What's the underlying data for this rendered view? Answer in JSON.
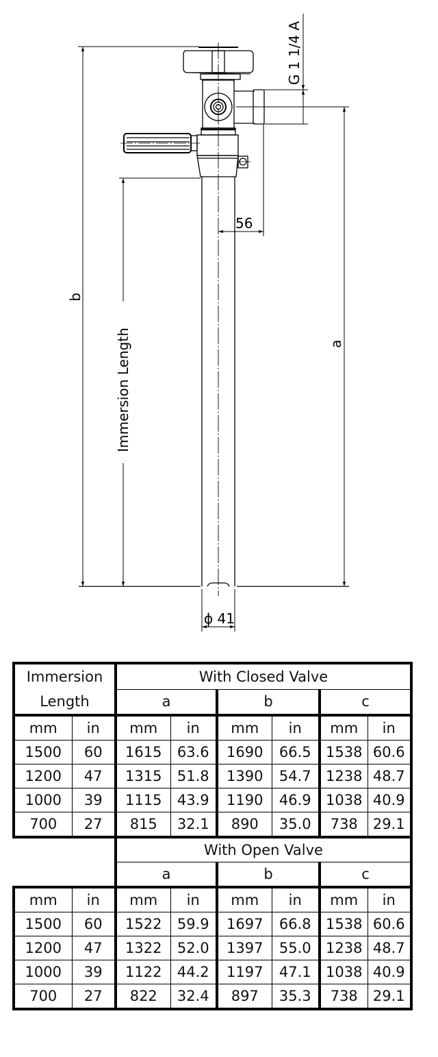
{
  "drawing": {
    "thread_label": "G 1 1/4 A",
    "offset_label": "56",
    "diameter_label": "ϕ 41",
    "dim_b_label": "b",
    "dim_a_label": "a",
    "immersion_label": "Immersion Length"
  },
  "table": {
    "header": {
      "immersion_line1": "Immersion",
      "immersion_line2": "Length",
      "closed_title": "With Closed Valve",
      "open_title": "With Open Valve",
      "groups": [
        "a",
        "b",
        "c"
      ],
      "units": [
        "mm",
        "in",
        "mm",
        "in",
        "mm",
        "in",
        "mm",
        "in"
      ]
    },
    "closed_rows": [
      [
        "1500",
        "60",
        "1615",
        "63.6",
        "1690",
        "66.5",
        "1538",
        "60.6"
      ],
      [
        "1200",
        "47",
        "1315",
        "51.8",
        "1390",
        "54.7",
        "1238",
        "48.7"
      ],
      [
        "1000",
        "39",
        "1115",
        "43.9",
        "1190",
        "46.9",
        "1038",
        "40.9"
      ],
      [
        "700",
        "27",
        "815",
        "32.1",
        "890",
        "35.0",
        "738",
        "29.1"
      ]
    ],
    "open_rows": [
      [
        "1500",
        "60",
        "1522",
        "59.9",
        "1697",
        "66.8",
        "1538",
        "60.6"
      ],
      [
        "1200",
        "47",
        "1322",
        "52.0",
        "1397",
        "55.0",
        "1238",
        "48.7"
      ],
      [
        "1000",
        "39",
        "1122",
        "44.2",
        "1197",
        "47.1",
        "1038",
        "40.9"
      ],
      [
        "700",
        "27",
        "822",
        "32.4",
        "897",
        "35.3",
        "738",
        "29.1"
      ]
    ]
  }
}
